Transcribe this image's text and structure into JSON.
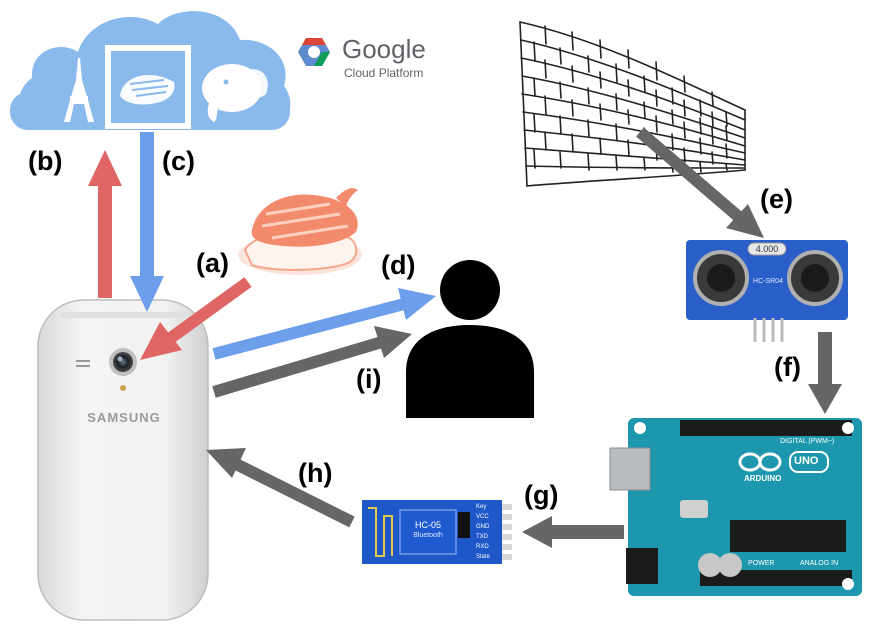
{
  "labels": {
    "a": "(a)",
    "b": "(b)",
    "c": "(c)",
    "d": "(d)",
    "e": "(e)",
    "f": "(f)",
    "g": "(g)",
    "h": "(h)",
    "i": "(i)"
  },
  "cloud_brand": {
    "name": "Google",
    "product": "Cloud Platform"
  },
  "phone": {
    "brand": "SAMSUNG"
  },
  "sensor": {
    "crystal": "4.000",
    "model": "HC-SR04"
  },
  "arduino": {
    "brand": "ARDUINO",
    "model": "UNO",
    "digital": "DIGITAL (PWM~)",
    "power": "POWER",
    "analog": "ANALOG IN"
  },
  "bluetooth": {
    "model": "HC-05",
    "sub": "Bluetooth",
    "pins": [
      "Key",
      "VCC",
      "GND",
      "TXD",
      "RXD",
      "State"
    ]
  },
  "colors": {
    "red_arrow": "#e06666",
    "blue_arrow": "#6d9eeb",
    "gray_arrow": "#666666",
    "cloud": "#8ab9ec",
    "arduino": "#1d97ad",
    "sensor": "#2a5fc9",
    "bluetooth": "#1e57c8"
  }
}
